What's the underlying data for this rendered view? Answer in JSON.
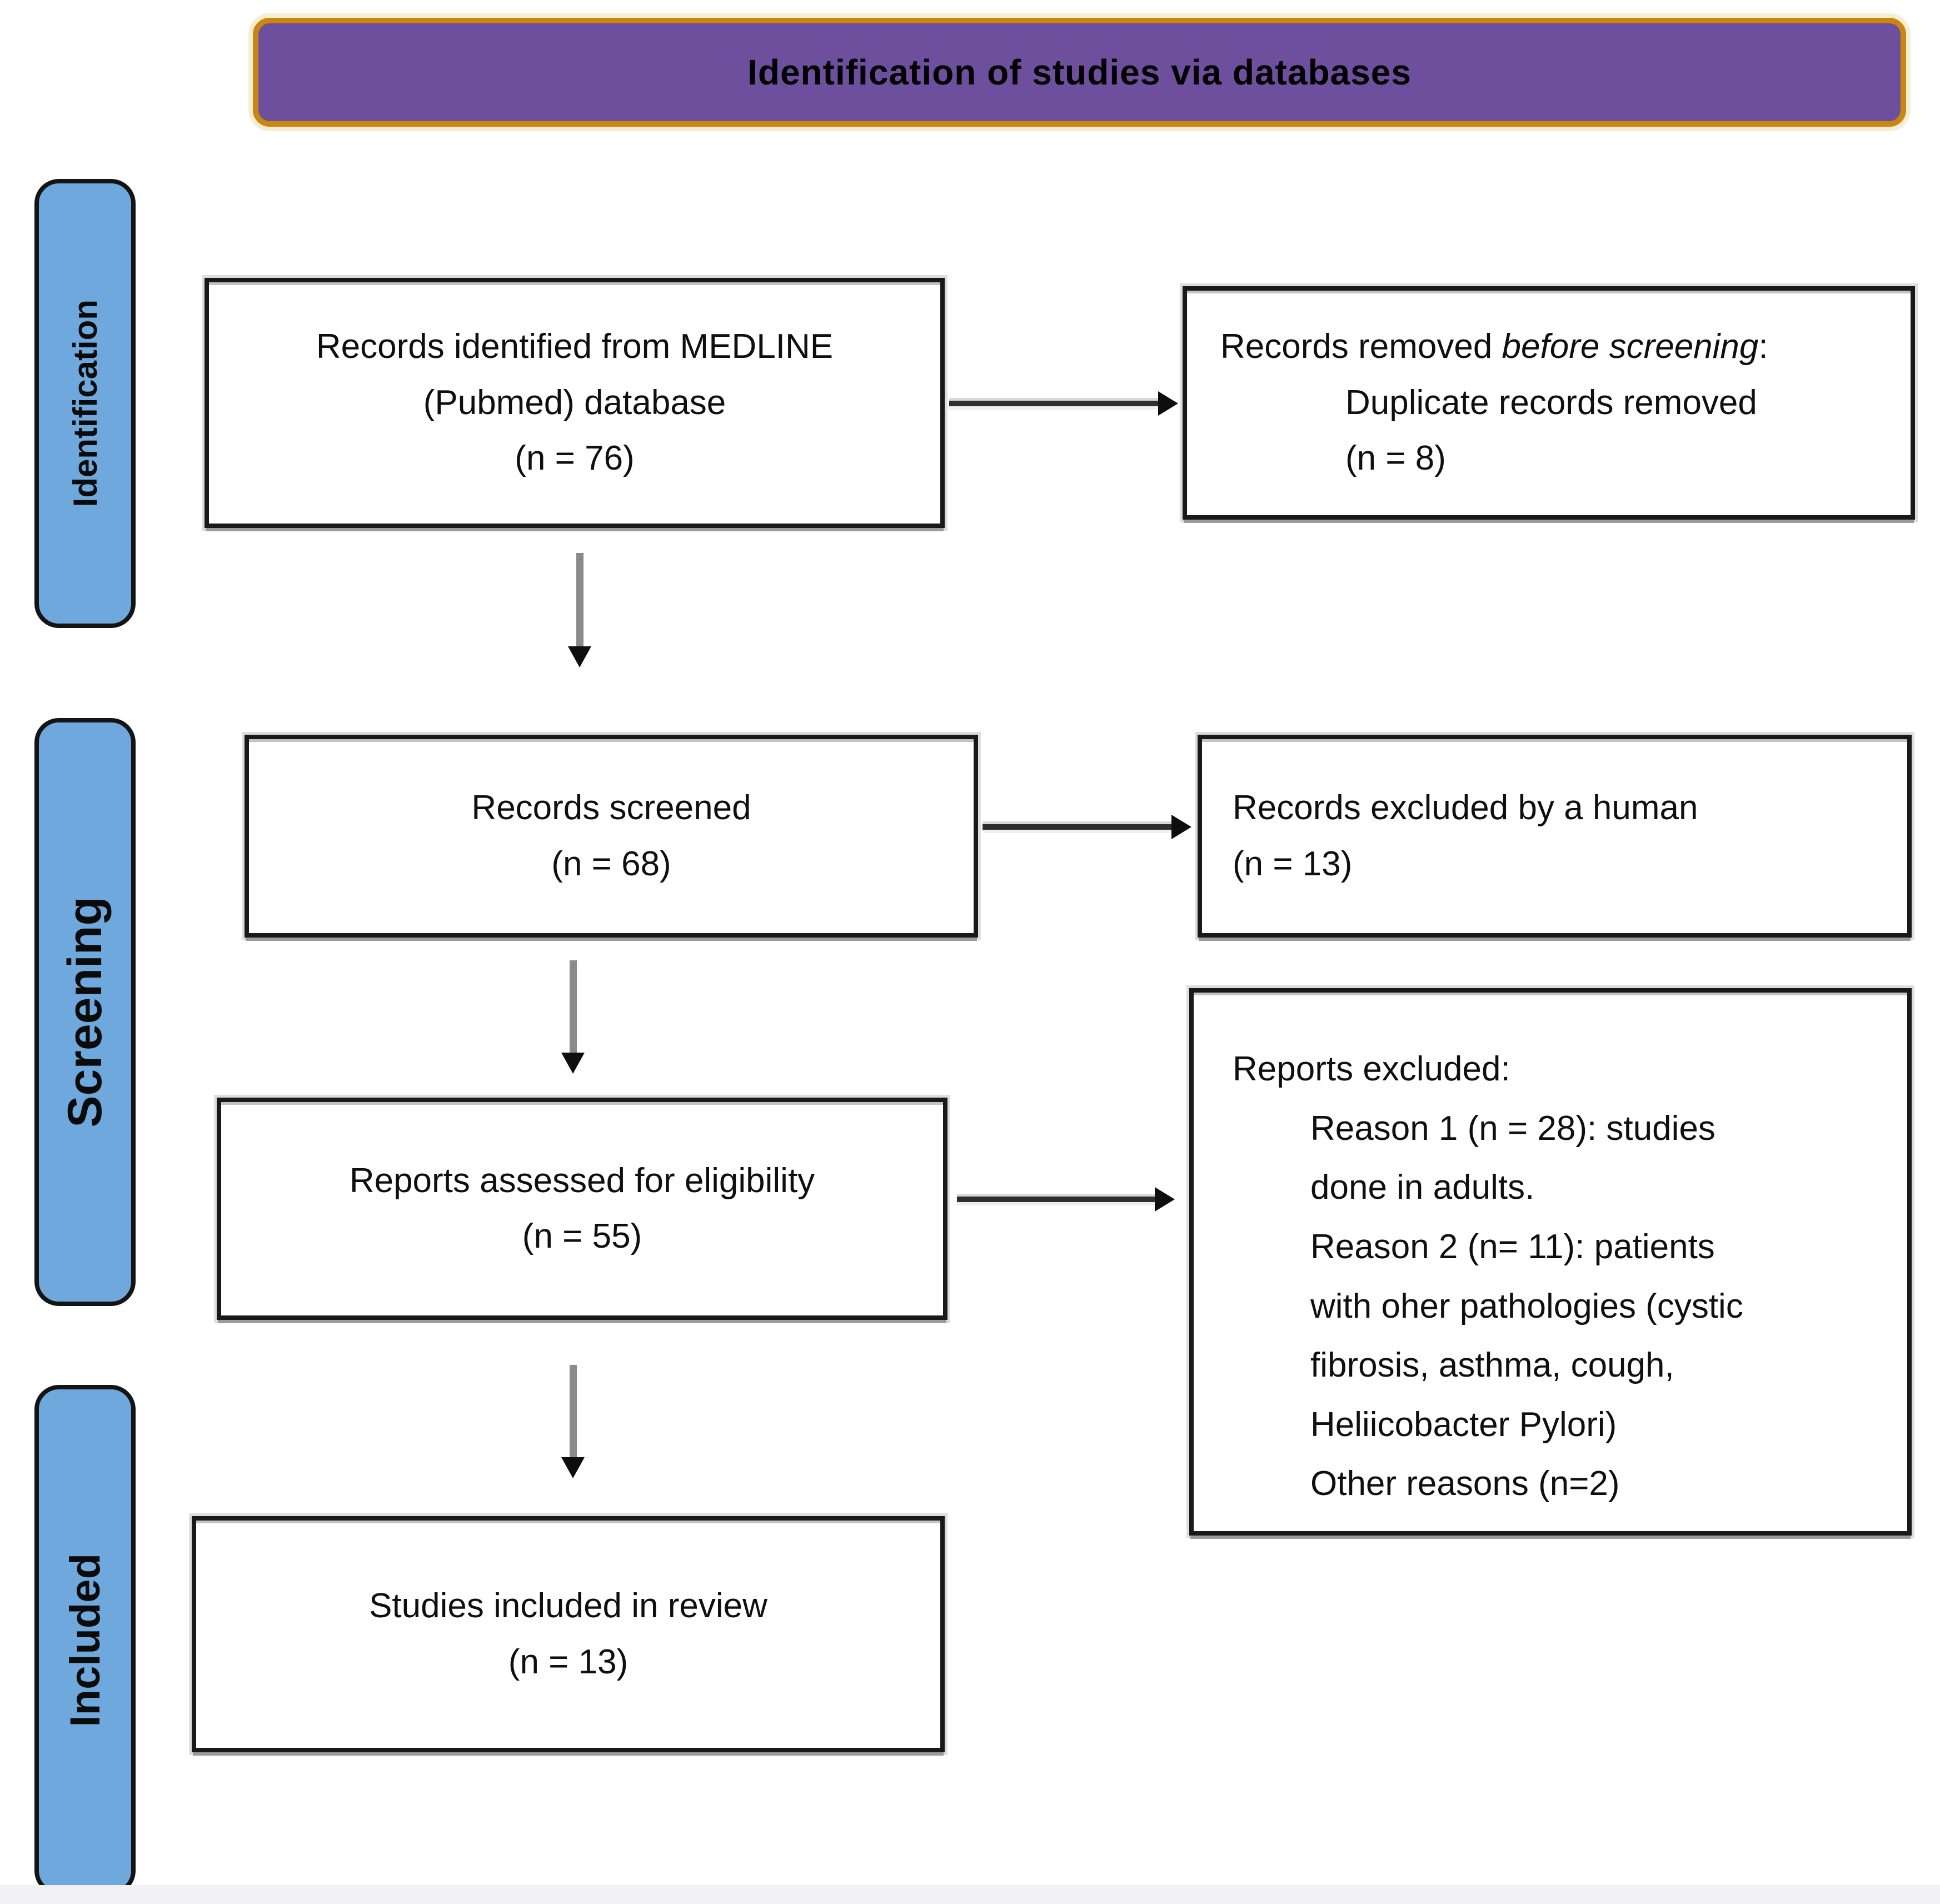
{
  "banner": {
    "title": "Identification of studies via databases"
  },
  "stages": {
    "identification": "Identification",
    "screening": "Screening",
    "included": "Included"
  },
  "boxes": {
    "records_identified": {
      "lines": [
        "Records identified from MEDLINE",
        "(Pubmed) database",
        "(n = 76)"
      ]
    },
    "records_removed": {
      "line1_pre": "Records removed ",
      "line1_italic": "before screening",
      "line1_post": ":",
      "sub": [
        "Duplicate records removed",
        "(n = 8)"
      ]
    },
    "records_screened": {
      "lines": [
        "Records screened",
        "(n = 68)"
      ]
    },
    "records_excluded_human": {
      "lines": [
        "Records excluded by a human",
        "(n = 13)"
      ]
    },
    "reports_assessed": {
      "lines": [
        "Reports assessed for eligibility",
        "(n = 55)"
      ]
    },
    "reports_excluded": {
      "heading": "Reports excluded:",
      "sub": [
        "Reason 1 (n = 28): studies",
        "done in adults.",
        "Reason 2 (n= 11): patients",
        "with oher pathologies (cystic",
        "fibrosis, asthma, cough,",
        "Heliicobacter Pylori)",
        "Other reasons (n=2)"
      ]
    },
    "studies_included": {
      "lines": [
        "Studies included in review",
        "(n = 13)"
      ]
    }
  },
  "colors": {
    "banner_fill": "#6d4f9e",
    "banner_border": "#c8870e",
    "banner_glow": "#f7edd2",
    "stage_fill": "#6fa8dc",
    "box_border": "#191919",
    "arrow_line_vertical": "#8a8a8a",
    "arrow_line_horizontal": "#2e2e2e",
    "arrow_head": "#0e0e0e"
  }
}
